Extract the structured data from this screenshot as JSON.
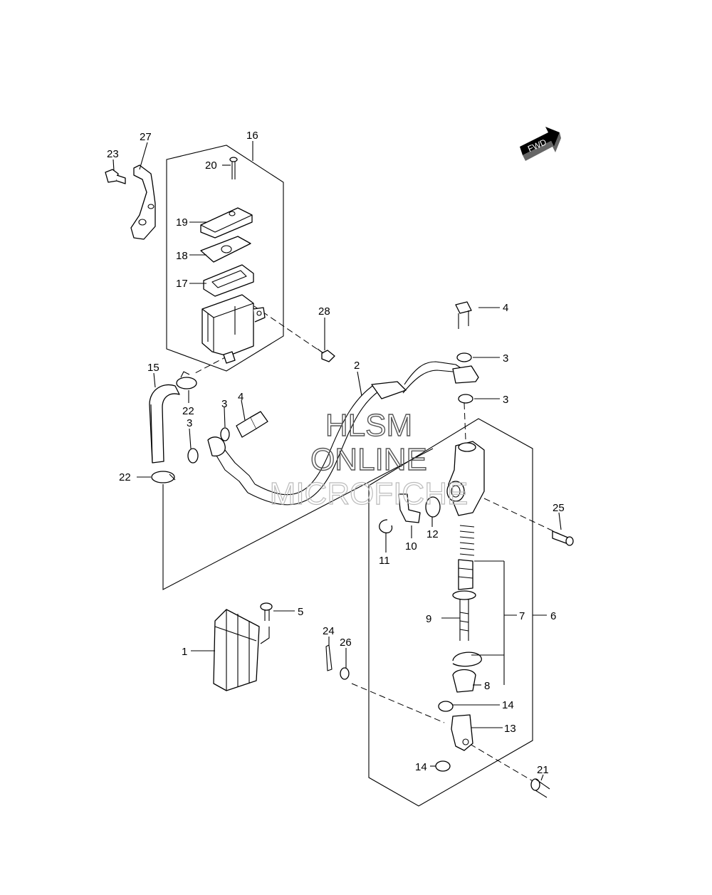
{
  "diagram": {
    "labels": {
      "p1": "1",
      "p2": "2",
      "p3a": "3",
      "p3b": "3",
      "p3c": "3",
      "p3d": "3",
      "p4a": "4",
      "p4b": "4",
      "p5": "5",
      "p6": "6",
      "p7": "7",
      "p8": "8",
      "p9": "9",
      "p10": "10",
      "p11": "11",
      "p12": "12",
      "p13": "13",
      "p14a": "14",
      "p14b": "14",
      "p15": "15",
      "p16": "16",
      "p17": "17",
      "p18": "18",
      "p19": "19",
      "p20": "20",
      "p21": "21",
      "p22a": "22",
      "p22b": "22",
      "p23": "23",
      "p24": "24",
      "p25": "25",
      "p26": "26",
      "p27": "27",
      "p28": "28"
    },
    "fwd_label": "FWD",
    "watermark": {
      "line1": "HLSM",
      "line2": "ONLINE",
      "line3": "MICROFICHE"
    }
  }
}
